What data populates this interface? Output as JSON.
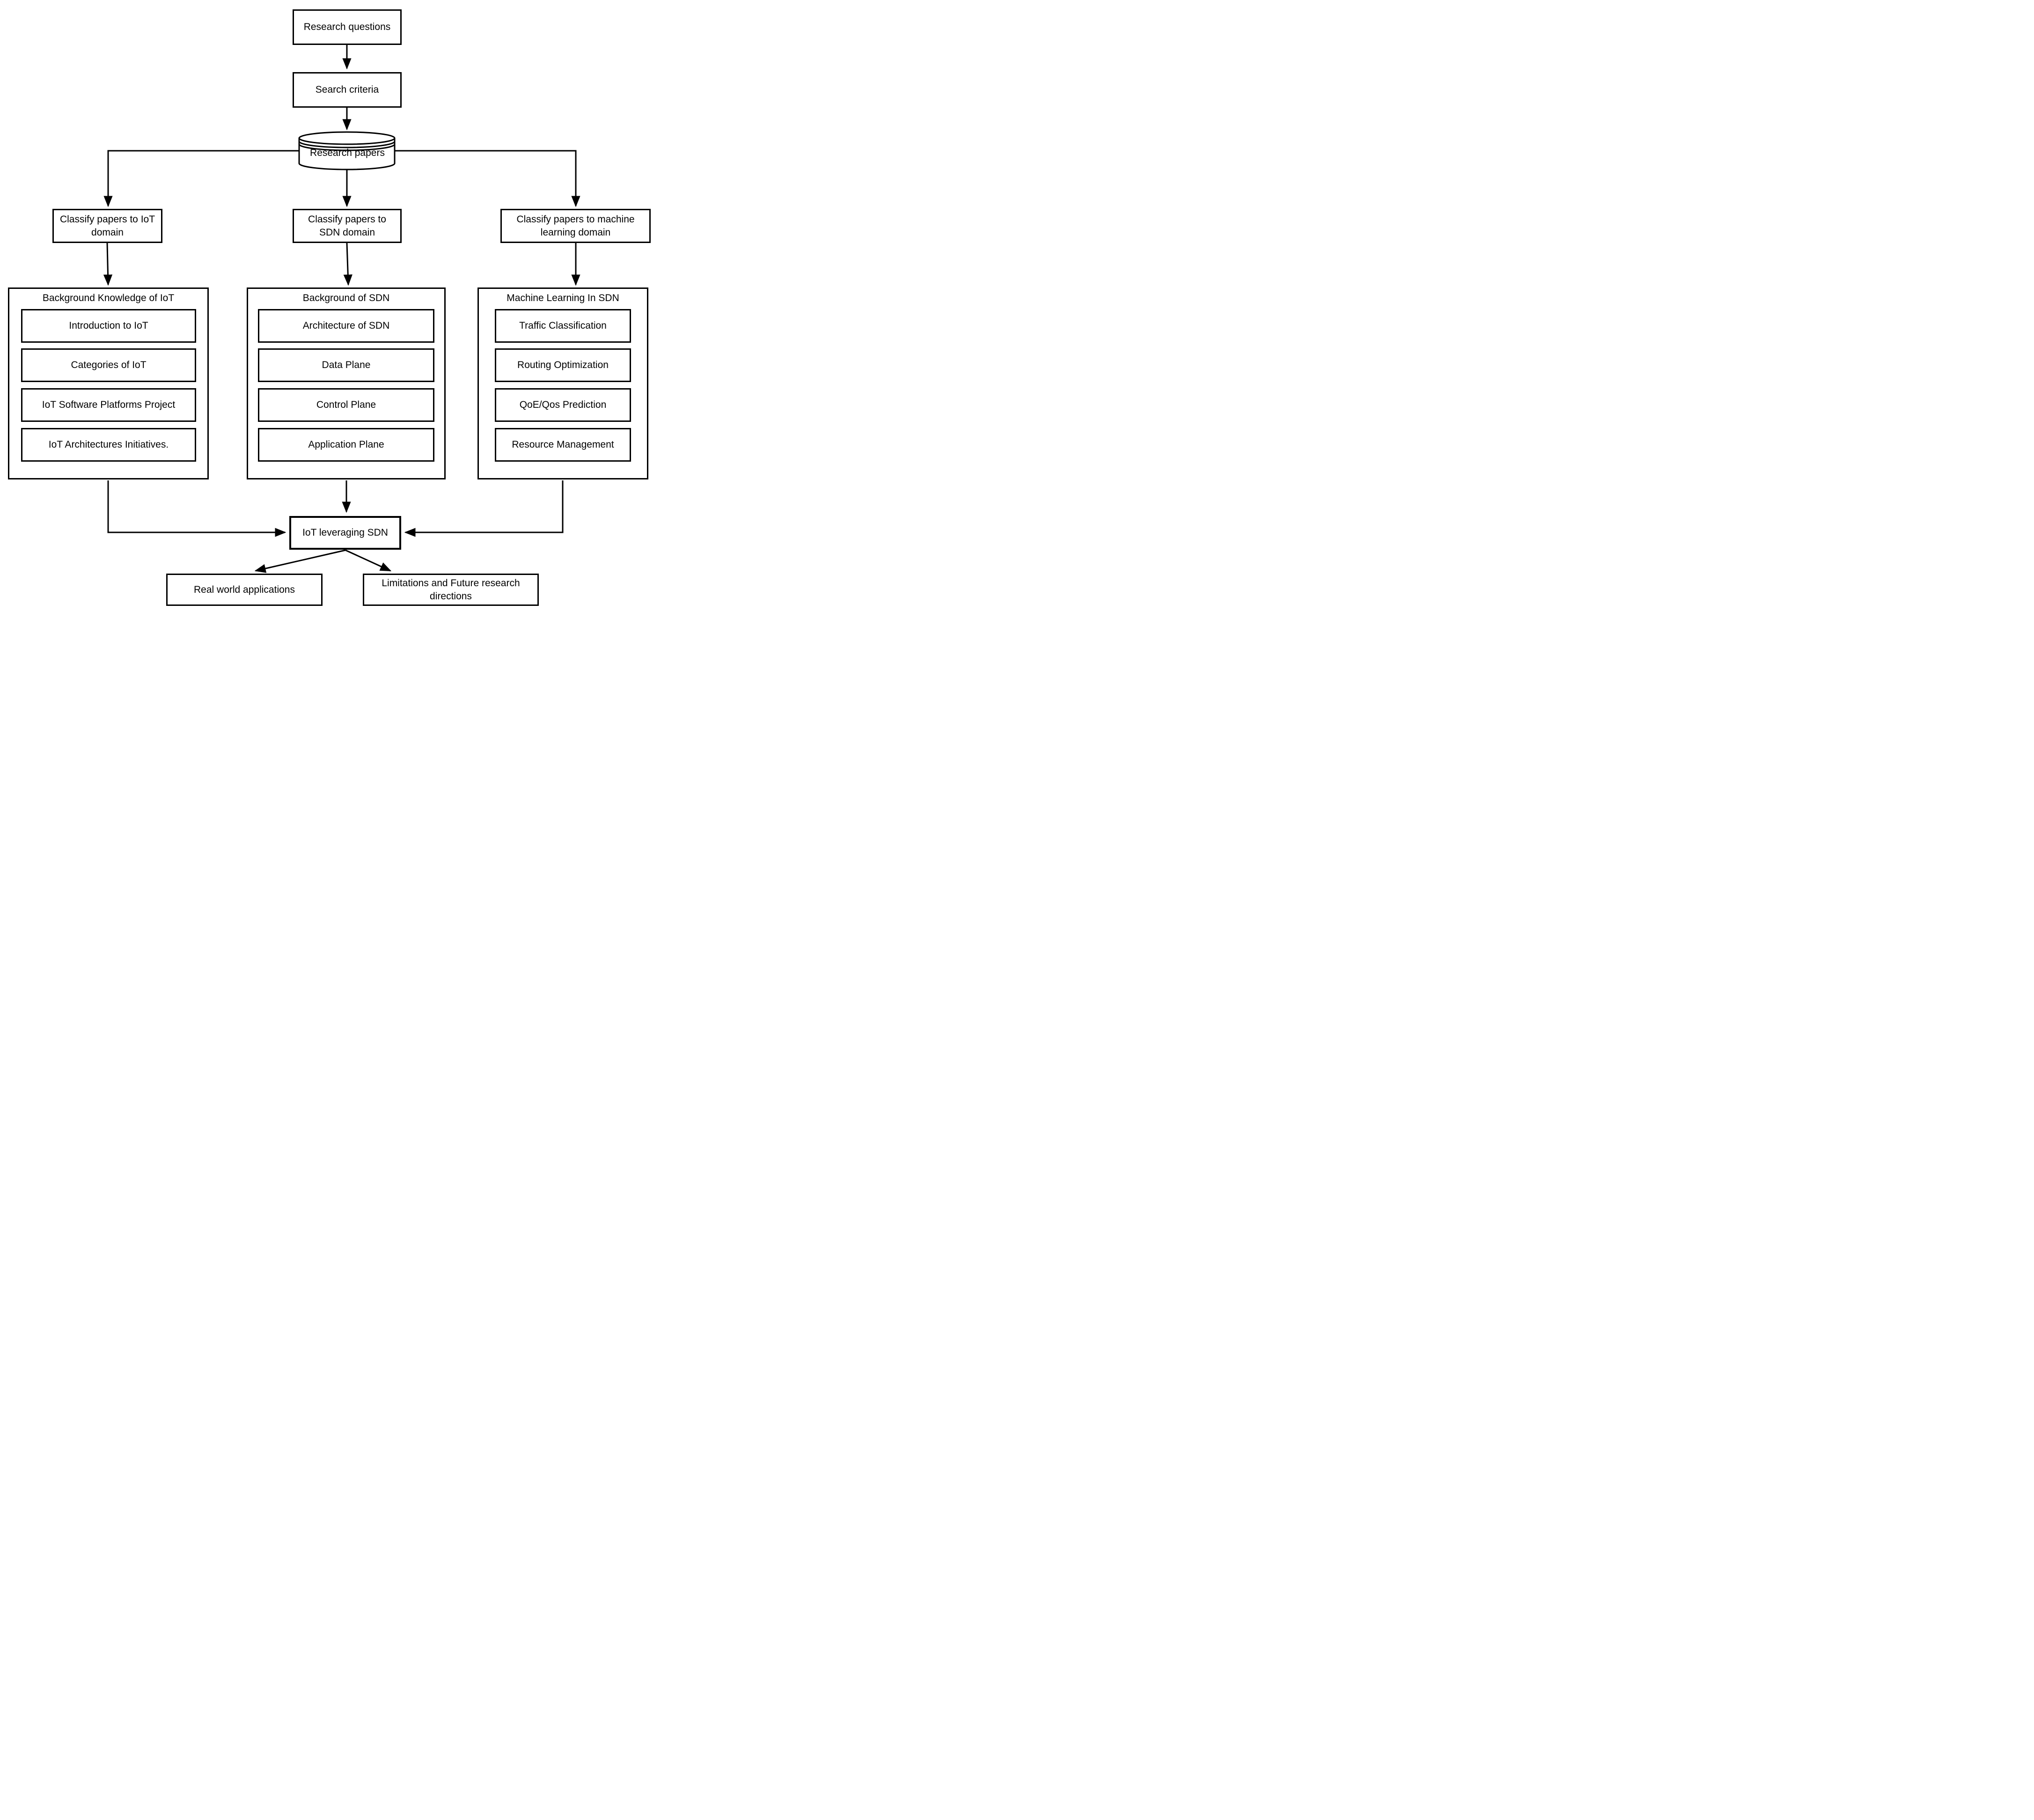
{
  "diagram": {
    "background": "#ffffff",
    "line_color": "#000000",
    "text_color": "#000000",
    "nodes": {
      "research_questions": "Research questions",
      "search_criteria": "Search criteria",
      "research_papers": "Research papers",
      "classify_iot": "Classify papers to IoT domain",
      "classify_sdn": "Classify papers to SDN domain",
      "classify_ml": "Classify papers to machine learning domain",
      "iot_leveraging_sdn": "IoT leveraging SDN",
      "real_world": "Real world applications",
      "limitations": "Limitations and Future research directions"
    },
    "groups": {
      "iot": {
        "title": "Background Knowledge of IoT",
        "items": [
          "Introduction to IoT",
          "Categories of IoT",
          "IoT Software Platforms Project",
          "IoT Architectures Initiatives."
        ]
      },
      "sdn": {
        "title": "Background of SDN",
        "items": [
          "Architecture of SDN",
          "Data Plane",
          "Control Plane",
          "Application Plane"
        ]
      },
      "ml": {
        "title": "Machine Learning In SDN",
        "items": [
          "Traffic Classification",
          "Routing Optimization",
          "QoE/Qos Prediction",
          "Resource Management"
        ]
      }
    }
  }
}
